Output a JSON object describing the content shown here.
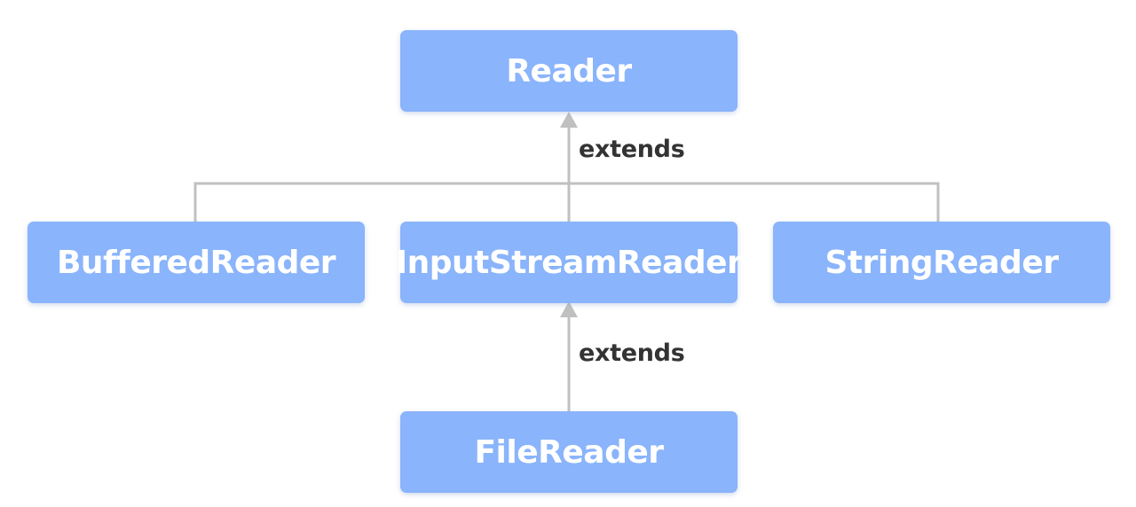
{
  "colors": {
    "node_fill": "#8ab4fb",
    "node_text": "#ffffff",
    "connector": "#c0c0c0",
    "label_text": "#333333",
    "background": "#ffffff"
  },
  "nodes": {
    "reader": "Reader",
    "buffered_reader": "BufferedReader",
    "input_stream_reader": "InputStreamReader",
    "string_reader": "StringReader",
    "file_reader": "FileReader"
  },
  "edges": [
    {
      "from": "buffered_reader",
      "to": "reader",
      "label": ""
    },
    {
      "from": "input_stream_reader",
      "to": "reader",
      "label": "extends"
    },
    {
      "from": "string_reader",
      "to": "reader",
      "label": ""
    },
    {
      "from": "file_reader",
      "to": "input_stream_reader",
      "label": "extends"
    }
  ]
}
